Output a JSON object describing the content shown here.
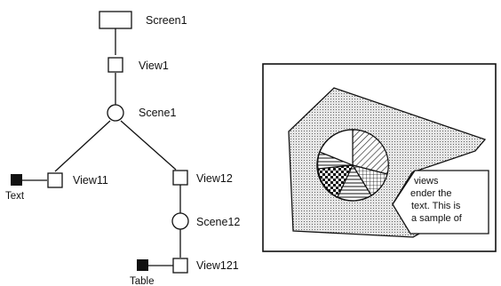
{
  "tree": {
    "nodes": [
      {
        "id": "screen1",
        "shape": "rect",
        "label": "Screen1"
      },
      {
        "id": "view1",
        "shape": "square",
        "label": "View1"
      },
      {
        "id": "scene1",
        "shape": "circle",
        "label": "Scene1"
      },
      {
        "id": "view11",
        "shape": "square",
        "label": "View11"
      },
      {
        "id": "view12",
        "shape": "square",
        "label": "View12"
      },
      {
        "id": "scene12",
        "shape": "circle",
        "label": "Scene12"
      },
      {
        "id": "view121",
        "shape": "square",
        "label": "View121"
      },
      {
        "id": "text_leaf",
        "shape": "filled-square",
        "label": "Text"
      },
      {
        "id": "table_leaf",
        "shape": "filled-square",
        "label": "Table"
      }
    ],
    "edges": [
      [
        "screen1",
        "view1"
      ],
      [
        "view1",
        "scene1"
      ],
      [
        "scene1",
        "view11"
      ],
      [
        "scene1",
        "view12"
      ],
      [
        "view12",
        "scene12"
      ],
      [
        "scene12",
        "view121"
      ],
      [
        "text_leaf",
        "view11"
      ],
      [
        "table_leaf",
        "view121"
      ]
    ]
  },
  "illustration": {
    "text_lines": [
      "views",
      "ender the",
      "text. This is",
      "a sample of"
    ]
  }
}
